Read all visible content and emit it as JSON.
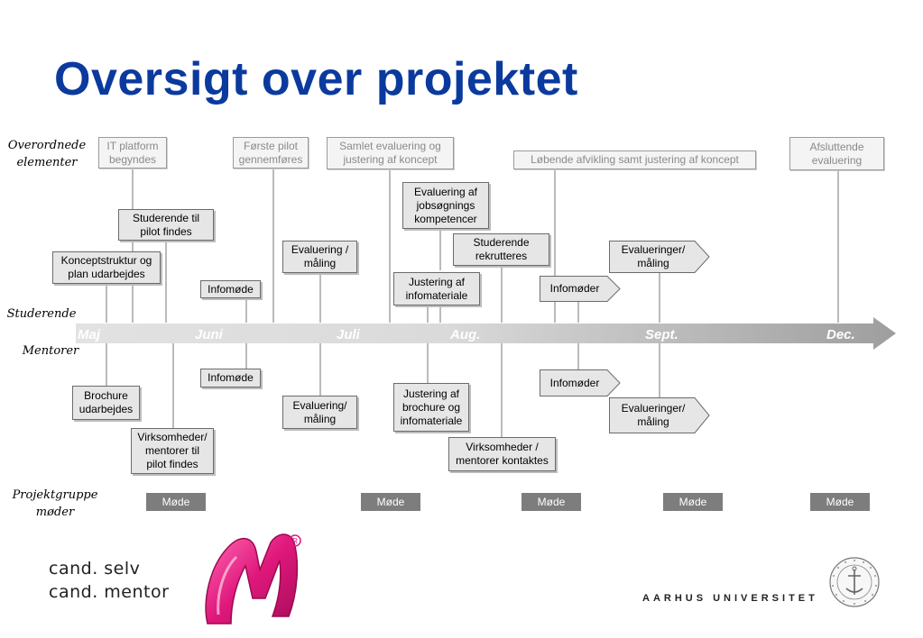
{
  "title": "Oversigt over projektet",
  "row_labels": {
    "overordnede": "Overordnede\nelementer",
    "studerende": "Studerende",
    "mentorer": "Mentorer",
    "projektgruppe": "Projektgruppe\nmøder"
  },
  "months": [
    "Maj",
    "Juni",
    "Juli",
    "Aug.",
    "Sept.",
    "Dec."
  ],
  "top_elements": [
    "IT platform\nbegyndes",
    "Første pilot\ngennemføres",
    "Samlet evaluering og\njustering af koncept",
    "Løbende afvikling samt  justering af koncept",
    "Afsluttende\nevaluering"
  ],
  "student_items": [
    "Evaluering af\njobsøgnings\nkompetencer",
    "Studerende til\npilot findes",
    "Studerende\nrekrutteres",
    "Evaluering /\nmåling",
    "Evalueringer/\nmåling",
    "Konceptstruktur og\nplan udarbejdes",
    "Justering af\ninfomateriale",
    "Infomøde",
    "Infomøder"
  ],
  "mentor_items": [
    "Infomøde",
    "Infomøder",
    "Brochure\nudarbejdes",
    "Justering af\nbrochure og\ninfomateriale",
    "Evaluering/\nmåling",
    "Evalueringer/\nmåling",
    "Virksomheder/\nmentorer til\npilot findes",
    "Virksomheder /\nmentorer kontaktes"
  ],
  "meetings": [
    "Møde",
    "Møde",
    "Møde",
    "Møde",
    "Møde"
  ],
  "footer": {
    "line1": "cand. selv",
    "line2": "cand. mentor",
    "university": "AARHUS UNIVERSITET",
    "logo_letter": "M",
    "seal_text": "SOLIDUM PETIT IN PROFUNDIS · UNIVERSITAS ARHUSIENSIS"
  },
  "colors": {
    "title": "#0b3a9e",
    "arrow_dark": "#9e9e9e",
    "arrow_light": "#e2e2e2",
    "meeting": "#7d7d7d",
    "logo": "#e0187c"
  }
}
